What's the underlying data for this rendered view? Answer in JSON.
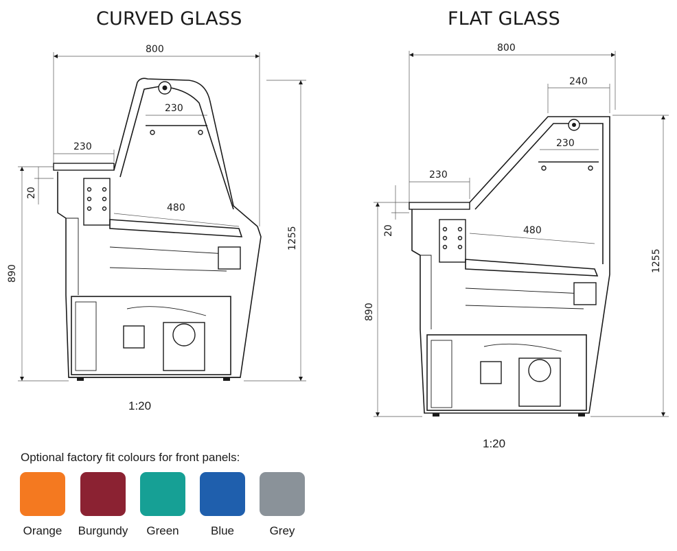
{
  "titles": {
    "left": "CURVED GLASS",
    "right": "FLAT GLASS"
  },
  "curved": {
    "width": "800",
    "height": "1255",
    "counter_height": "890",
    "top_shelf": "230",
    "upper_depth": "230",
    "front_edge": "20",
    "deck_depth": "480",
    "scale": "1:20"
  },
  "flat": {
    "width": "800",
    "height": "1255",
    "counter_height": "890",
    "top_depth": "240",
    "top_shelf": "230",
    "upper_depth": "230",
    "front_edge": "20",
    "deck_depth": "480",
    "scale": "1:20"
  },
  "colours": {
    "heading": "Optional factory fit colours for front panels:",
    "items": [
      {
        "label": "Orange",
        "color": "#f47920"
      },
      {
        "label": "Burgundy",
        "color": "#8b2232"
      },
      {
        "label": "Green",
        "color": "#16a095"
      },
      {
        "label": "Blue",
        "color": "#1f5fad"
      },
      {
        "label": "Grey",
        "color": "#8a9299"
      }
    ]
  }
}
